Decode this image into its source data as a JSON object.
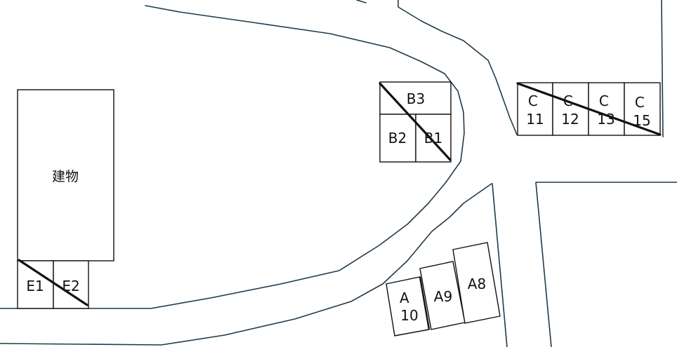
{
  "building": {
    "label": "建物"
  },
  "spaces": {
    "B3": "B3",
    "B2": "B2",
    "B1": "B1",
    "C11": [
      "C",
      "11"
    ],
    "C12": [
      "C",
      "12"
    ],
    "C13": [
      "C",
      "13"
    ],
    "C15": [
      "C",
      "15"
    ],
    "A10": [
      "A",
      "10"
    ],
    "A9": "A9",
    "A8": "A8",
    "E1": "E1",
    "E2": "E2"
  },
  "colors": {
    "road": "#1f3a4a",
    "outline": "#111111"
  }
}
